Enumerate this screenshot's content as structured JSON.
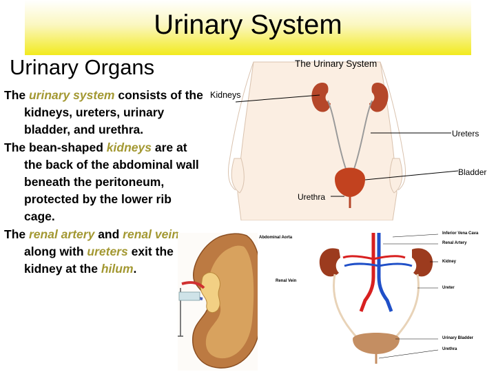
{
  "slide": {
    "title": "Urinary System",
    "subtitle": "Urinary Organs"
  },
  "body": {
    "p1": {
      "t1": "The ",
      "e1": "urinary system",
      "t2": " consists of the kidneys, ureters, urinary bladder, and urethra."
    },
    "p2": {
      "t1": "The bean-shaped ",
      "e1": "kidneys",
      "t2": " are at the back of the abdominal wall beneath the peritoneum, protected by the lower rib cage."
    },
    "p3": {
      "t1": "The ",
      "e1": "renal artery",
      "t2": " and ",
      "e2": "renal vein",
      "t3": " along with ",
      "e3": "ureters",
      "t4": " exit the kidney at the ",
      "e4": "hilum",
      "t5": "."
    }
  },
  "diagram_top": {
    "title": "The Urinary System",
    "labels": {
      "kidneys": "Kidneys",
      "ureters": "Ureters",
      "bladder": "Bladder",
      "urethra": "Urethra"
    }
  },
  "diagram_bottom_right": {
    "labels": {
      "aorta": "Abdominal Aorta",
      "ivc": "Inferior Vena Cava",
      "renal_artery": "Renal Artery",
      "kidney": "Kidney",
      "renal_vein": "Renal Vein",
      "ureter": "Ureter",
      "urinary_bladder": "Urinary Bladder",
      "urethra": "Urethra"
    }
  },
  "colors": {
    "emphasis": "#a39832",
    "title_band": "#f2ea1e",
    "kidney": "#b5472a",
    "artery": "#d82020",
    "vein": "#2050c8"
  }
}
